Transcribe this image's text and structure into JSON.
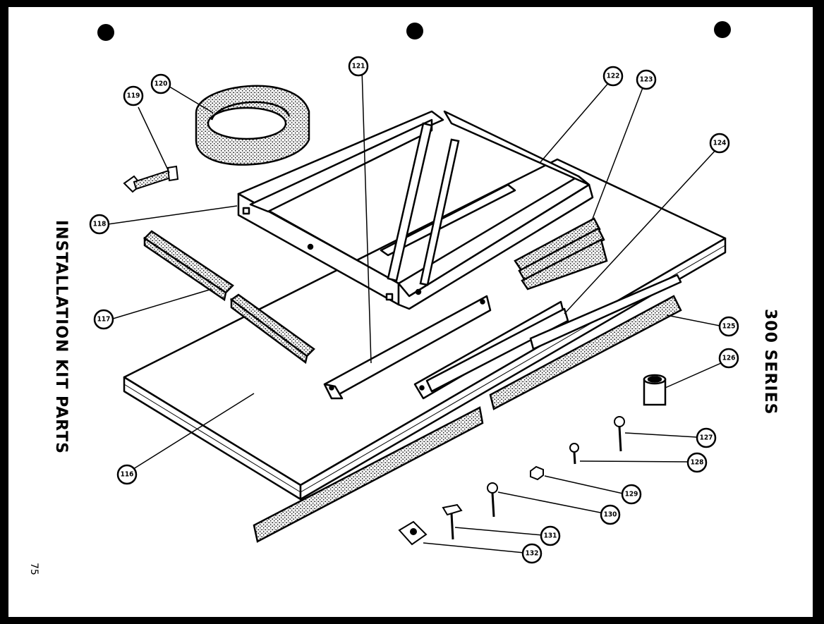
{
  "title_left": "INSTALLATION  KIT  PARTS",
  "title_right": "300  SERIES",
  "page_number": "75",
  "callouts": [
    "116",
    "117",
    "118",
    "119",
    "120",
    "121",
    "122",
    "123",
    "124",
    "125",
    "126",
    "127",
    "128",
    "129",
    "130",
    "131",
    "132"
  ]
}
